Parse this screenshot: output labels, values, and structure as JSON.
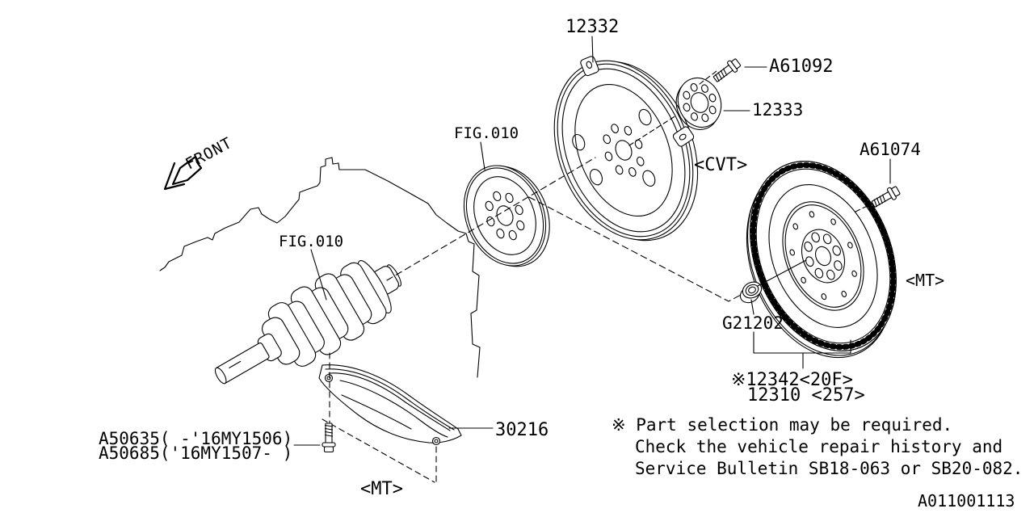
{
  "diagram": {
    "figure_code": "A011001113",
    "front_label": "FRONT",
    "parts": {
      "flexplate": "12332",
      "flexplate_bolt": "A61092",
      "adapter_plate": "12333",
      "fig_ref_driveplate": "FIG.010",
      "fig_ref_crankshaft": "FIG.010",
      "flywheel_bolt": "A61074",
      "pilot_bearing": "G21202",
      "flywheel_option_1": "※12342<20F>",
      "flywheel_option_2": "12310 <257>",
      "cover_plate": "30216",
      "cover_bolt_early": "A50635( -'16MY1506)",
      "cover_bolt_late": "A50685('16MY1507- )"
    },
    "variant_tags": {
      "cvt": "<CVT>",
      "mt_flywheel": "<MT>",
      "mt_cover": "<MT>"
    },
    "note": {
      "line1": "※ Part selection may be required.",
      "line2": "Check the vehicle repair history and",
      "line3": "Service Bulletin SB18-063 or SB20-082."
    },
    "colors": {
      "line": "#000000",
      "background": "#ffffff"
    }
  }
}
